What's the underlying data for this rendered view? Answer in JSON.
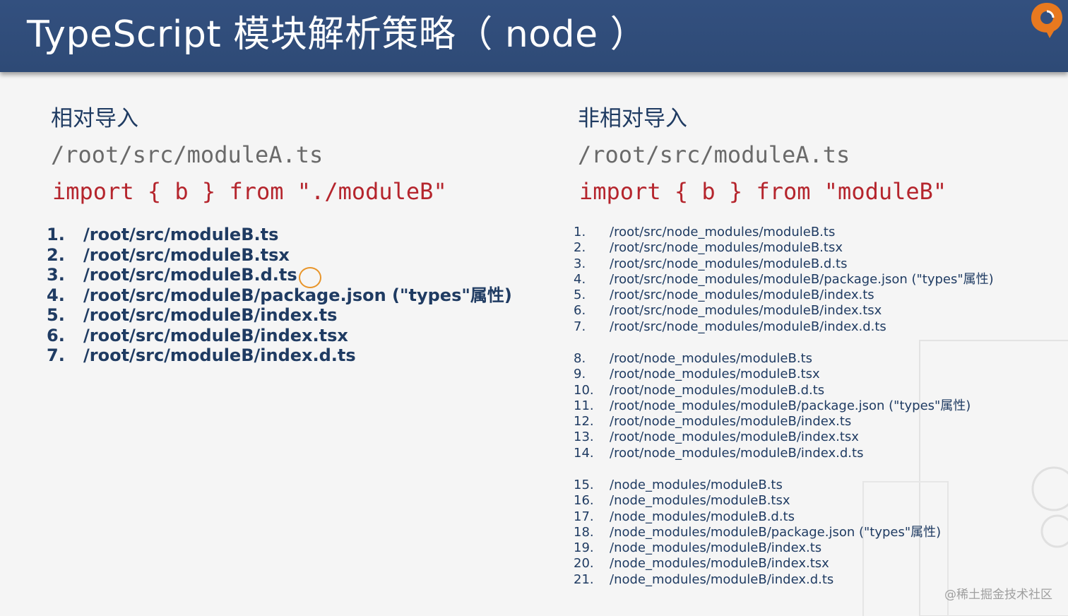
{
  "header": {
    "title": "TypeScript 模块解析策略（ node ）",
    "background": "#33507f"
  },
  "left": {
    "heading": "相对导入",
    "path": "/root/src/moduleA.ts",
    "import_line": "import { b } from \"./moduleB\"",
    "items": [
      {
        "num": "1.",
        "text": "/root/src/moduleB.ts"
      },
      {
        "num": "2.",
        "text": "/root/src/moduleB.tsx"
      },
      {
        "num": "3.",
        "text": "/root/src/moduleB.d.ts"
      },
      {
        "num": "4.",
        "text": "/root/src/moduleB/package.json (\"types\"属性)"
      },
      {
        "num": "5.",
        "text": "/root/src/moduleB/index.ts"
      },
      {
        "num": "6.",
        "text": "/root/src/moduleB/index.tsx"
      },
      {
        "num": "7.",
        "text": "/root/src/moduleB/index.d.ts"
      }
    ]
  },
  "right": {
    "heading": "非相对导入",
    "path": "/root/src/moduleA.ts",
    "import_line": "import { b } from \"moduleB\"",
    "groups": [
      [
        {
          "num": "1.",
          "text": "/root/src/node_modules/moduleB.ts"
        },
        {
          "num": "2.",
          "text": "/root/src/node_modules/moduleB.tsx"
        },
        {
          "num": "3.",
          "text": "/root/src/node_modules/moduleB.d.ts"
        },
        {
          "num": "4.",
          "text": "/root/src/node_modules/moduleB/package.json (\"types\"属性)"
        },
        {
          "num": "5.",
          "text": "/root/src/node_modules/moduleB/index.ts"
        },
        {
          "num": "6.",
          "text": "/root/src/node_modules/moduleB/index.tsx"
        },
        {
          "num": "7.",
          "text": "/root/src/node_modules/moduleB/index.d.ts"
        }
      ],
      [
        {
          "num": "8.",
          "text": "/root/node_modules/moduleB.ts"
        },
        {
          "num": "9.",
          "text": "/root/node_modules/moduleB.tsx"
        },
        {
          "num": "10.",
          "text": "/root/node_modules/moduleB.d.ts"
        },
        {
          "num": "11.",
          "text": "/root/node_modules/moduleB/package.json (\"types\"属性)"
        },
        {
          "num": "12.",
          "text": "/root/node_modules/moduleB/index.ts"
        },
        {
          "num": "13.",
          "text": "/root/node_modules/moduleB/index.tsx"
        },
        {
          "num": "14.",
          "text": "/root/node_modules/moduleB/index.d.ts"
        }
      ],
      [
        {
          "num": "15.",
          "text": "/node_modules/moduleB.ts"
        },
        {
          "num": "16.",
          "text": "/node_modules/moduleB.tsx"
        },
        {
          "num": "17.",
          "text": "/node_modules/moduleB.d.ts"
        },
        {
          "num": "18.",
          "text": "/node_modules/moduleB/package.json (\"types\"属性)"
        },
        {
          "num": "19.",
          "text": "/node_modules/moduleB/index.ts"
        },
        {
          "num": "20.",
          "text": "/node_modules/moduleB/index.tsx"
        },
        {
          "num": "21.",
          "text": "/node_modules/moduleB/index.d.ts"
        }
      ]
    ]
  },
  "watermark": "@稀土掘金技术社区",
  "icons": {
    "logo": "orange-logo-icon",
    "annotation": "circle-annotation-icon"
  },
  "colors": {
    "heading": "#1f3b62",
    "code_path": "#6a6a6a",
    "code_import": "#b5252d",
    "accent": "#e8952a"
  }
}
